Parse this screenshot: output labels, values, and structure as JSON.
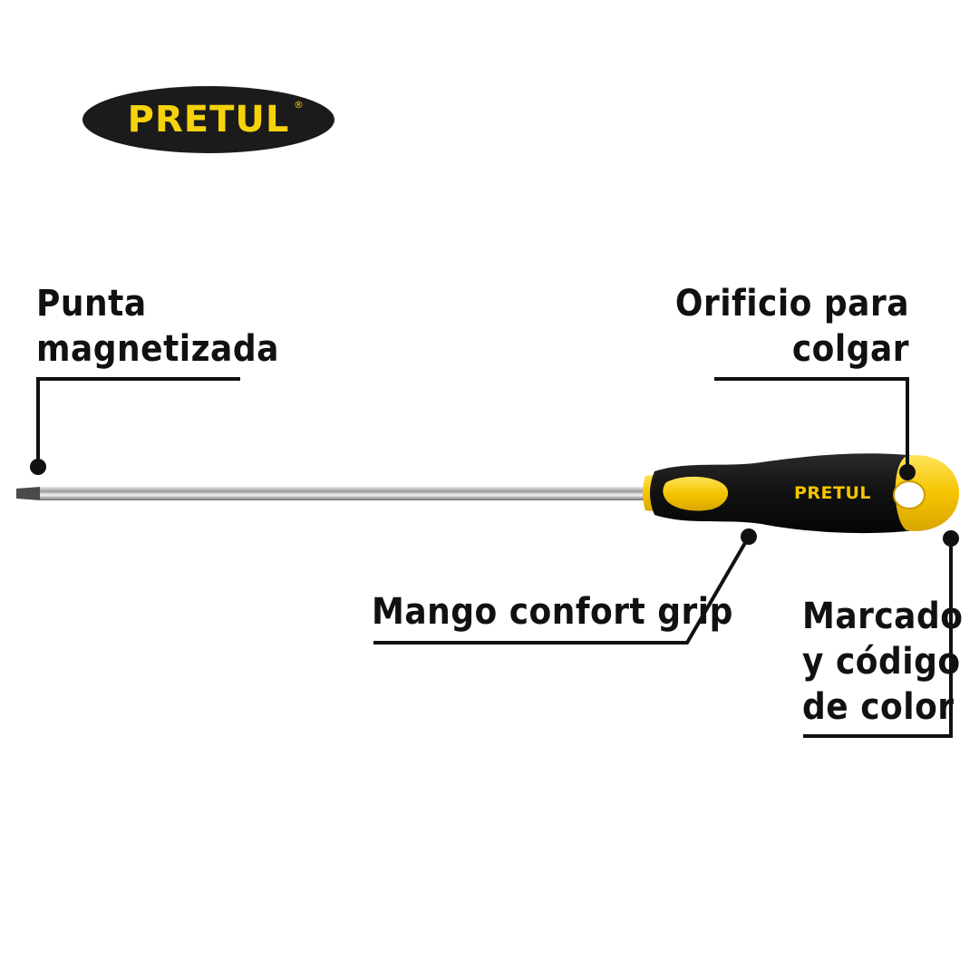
{
  "brand": {
    "logo_text": "PRETUL",
    "registered_mark": "®",
    "handle_text": "PRETUL",
    "colors": {
      "yellow": "#f5d20a",
      "black": "#1b1b1b"
    }
  },
  "callouts": {
    "punta": [
      "Punta",
      "magnetizada"
    ],
    "orificio": [
      "Orificio para",
      "colgar"
    ],
    "mango": [
      "Mango confort grip"
    ],
    "marcado": [
      "Marcado",
      "y código",
      "de color"
    ]
  }
}
